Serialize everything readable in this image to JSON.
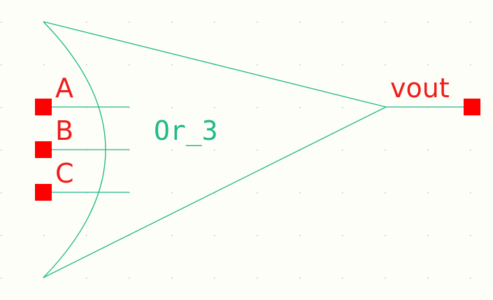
{
  "schematic": {
    "cell_name": "Or_3",
    "input_pins": [
      {
        "label": "A"
      },
      {
        "label": "B"
      },
      {
        "label": "C"
      }
    ],
    "output_pin": {
      "label": "vout"
    }
  },
  "colors": {
    "background": "#fefef8",
    "grid_dot": "#b9b9b9",
    "wire": "#1fb98a",
    "pin": "#ff0000",
    "pin_label": "#ee1c1c"
  }
}
